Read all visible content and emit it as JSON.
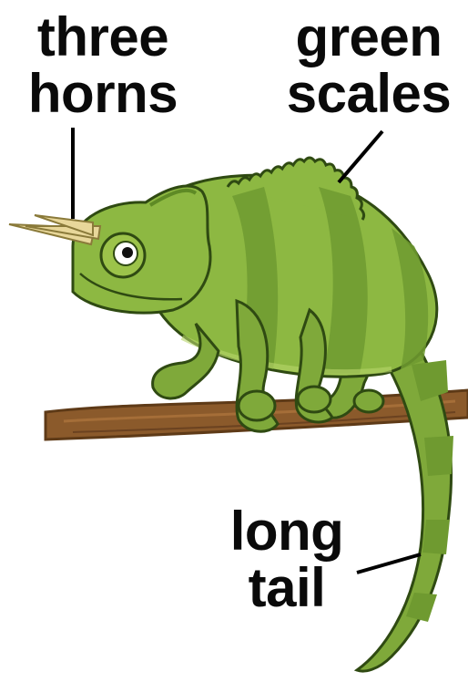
{
  "labels": {
    "horns": [
      "three",
      "horns"
    ],
    "scales": [
      "green",
      "scales"
    ],
    "tail": [
      "long",
      "tail"
    ]
  },
  "colors": {
    "body_green": "#7fa93a",
    "body_light": "#9cc34a",
    "body_dark": "#5e8a25",
    "band_dark": "#6f9a30",
    "outline": "#2f4a12",
    "horn": "#e8d79a",
    "branch": "#8b5a2b",
    "branch_dark": "#5e3a17",
    "leader_line": "#000000"
  }
}
